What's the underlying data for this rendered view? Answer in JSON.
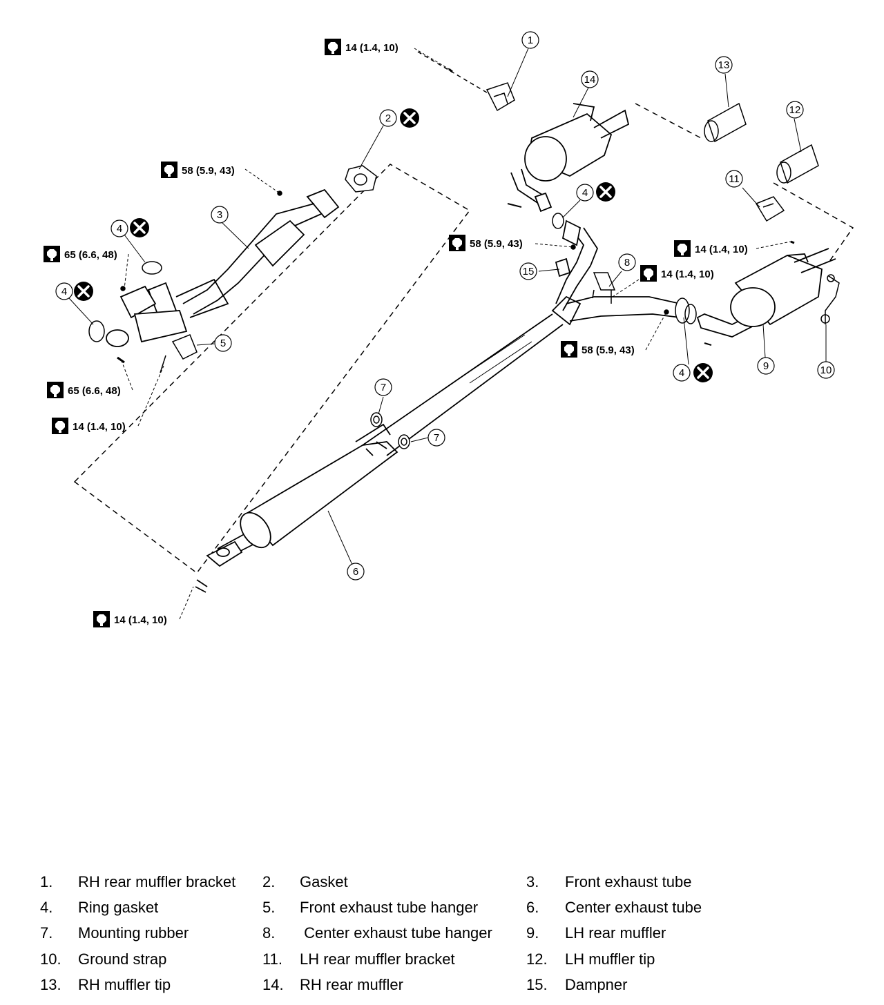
{
  "torque": {
    "t1": "14 (1.4, 10)",
    "t2": "58 (5.9, 43)",
    "t3": "65 (6.6, 48)",
    "t4": "65 (6.6, 48)",
    "t5": "14 (1.4, 10)",
    "t6": "14 (1.4, 10)",
    "t7": "58 (5.9, 43)",
    "t8": "14 (1.4, 10)",
    "t9": "14 (1.4, 10)",
    "t10": "58 (5.9, 43)"
  },
  "callouts": {
    "c1": "1",
    "c2": "2",
    "c3": "3",
    "c4a": "4",
    "c4b": "4",
    "c4c": "4",
    "c4d": "4",
    "c5": "5",
    "c6": "6",
    "c7a": "7",
    "c7b": "7",
    "c8": "8",
    "c9": "9",
    "c10": "10",
    "c11": "11",
    "c12": "12",
    "c13": "13",
    "c14": "14",
    "c15": "15"
  },
  "legend": [
    {
      "num": "1.",
      "label": "RH rear muffler bracket"
    },
    {
      "num": "2.",
      "label": "Gasket"
    },
    {
      "num": "3.",
      "label": "Front exhaust tube"
    },
    {
      "num": "4.",
      "label": "Ring gasket"
    },
    {
      "num": "5.",
      "label": "Front exhaust tube hanger"
    },
    {
      "num": "6.",
      "label": "Center exhaust tube"
    },
    {
      "num": "7.",
      "label": "Mounting rubber"
    },
    {
      "num": "8.",
      "label": " Center exhaust tube hanger"
    },
    {
      "num": "9.",
      "label": "LH rear muffler"
    },
    {
      "num": "10.",
      "label": "Ground strap"
    },
    {
      "num": "11.",
      "label": "LH rear muffler bracket"
    },
    {
      "num": "12.",
      "label": "LH muffler tip"
    },
    {
      "num": "13.",
      "label": "RH muffler tip"
    },
    {
      "num": "14.",
      "label": "RH rear muffler"
    },
    {
      "num": "15.",
      "label": "Dampner"
    }
  ]
}
